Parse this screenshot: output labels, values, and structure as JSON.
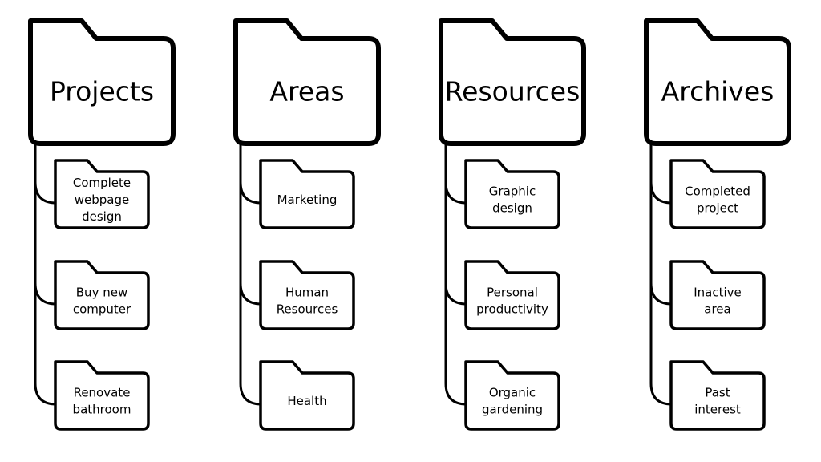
{
  "categories": [
    {
      "title": "Projects",
      "items": [
        {
          "lines": [
            "Complete",
            "webpage",
            "design"
          ]
        },
        {
          "lines": [
            "Buy new",
            "computer"
          ]
        },
        {
          "lines": [
            "Renovate",
            "bathroom"
          ]
        }
      ]
    },
    {
      "title": "Areas",
      "items": [
        {
          "lines": [
            "Marketing"
          ]
        },
        {
          "lines": [
            "Human",
            "Resources"
          ]
        },
        {
          "lines": [
            "Health"
          ]
        }
      ]
    },
    {
      "title": "Resources",
      "items": [
        {
          "lines": [
            "Graphic",
            "design"
          ]
        },
        {
          "lines": [
            "Personal",
            "productivity"
          ]
        },
        {
          "lines": [
            "Organic",
            "gardening"
          ]
        }
      ]
    },
    {
      "title": "Archives",
      "items": [
        {
          "lines": [
            "Completed",
            "project"
          ]
        },
        {
          "lines": [
            "Inactive",
            "area"
          ]
        },
        {
          "lines": [
            "Past",
            "interest"
          ]
        }
      ]
    }
  ]
}
